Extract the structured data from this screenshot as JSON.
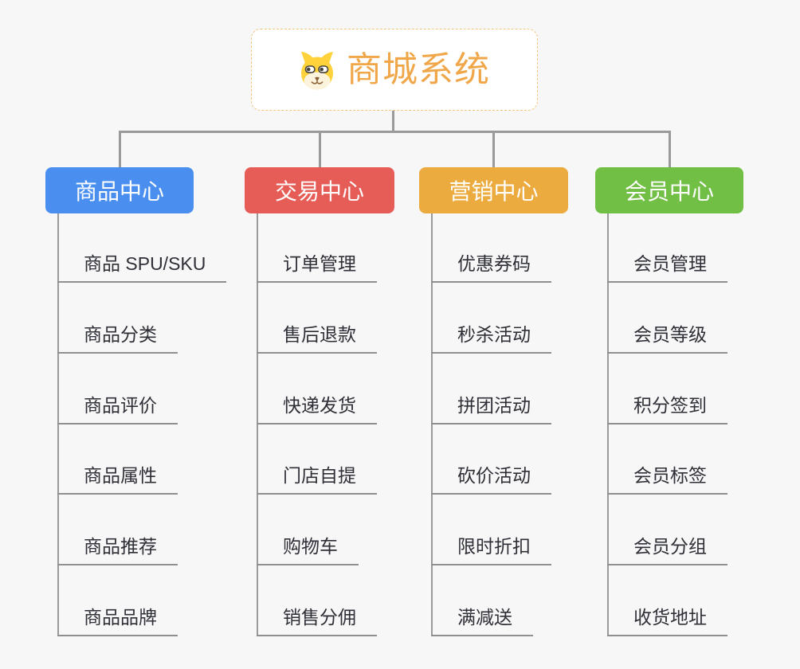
{
  "root": {
    "title": "商城系统",
    "icon": "dog-face-icon",
    "text_color": "#f0a74a",
    "border_color": "#f3c57e",
    "background": "#ffffff"
  },
  "colors": {
    "page_background": "#f7f7f7",
    "connector": "#9a9a9a",
    "leaf_text": "#2f3037",
    "leaf_underline": "#8f8f8f",
    "branch_text": "#ffffff"
  },
  "branches": [
    {
      "label": "商品中心",
      "color": "#4a8ff0",
      "children": [
        "商品 SPU/SKU",
        "商品分类",
        "商品评价",
        "商品属性",
        "商品推荐",
        "商品品牌"
      ]
    },
    {
      "label": "交易中心",
      "color": "#e55d56",
      "children": [
        "订单管理",
        "售后退款",
        "快递发货",
        "门店自提",
        "购物车",
        "销售分佣"
      ]
    },
    {
      "label": "营销中心",
      "color": "#ecab3f",
      "children": [
        "优惠券码",
        "秒杀活动",
        "拼团活动",
        "砍价活动",
        "限时折扣",
        "满减送"
      ]
    },
    {
      "label": "会员中心",
      "color": "#71bf45",
      "children": [
        "会员管理",
        "会员等级",
        "积分签到",
        "会员标签",
        "会员分组",
        "收货地址"
      ]
    }
  ]
}
